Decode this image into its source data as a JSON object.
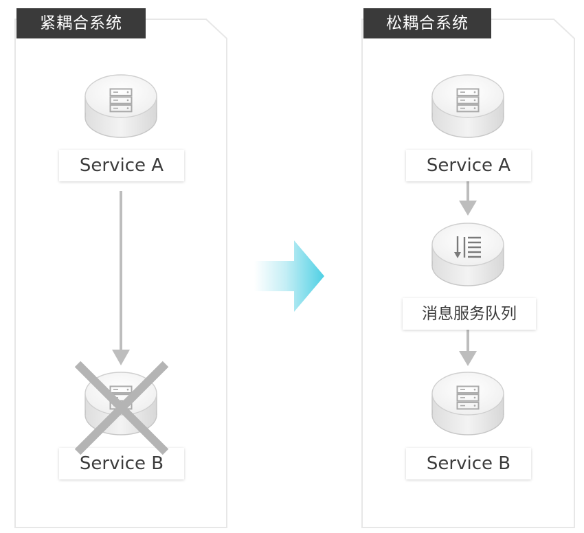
{
  "diagram": {
    "left_panel": {
      "title": "紧耦合系统",
      "service_a": "Service A",
      "service_b": "Service B"
    },
    "right_panel": {
      "title": "松耦合系统",
      "service_a": "Service A",
      "queue": "消息服务队列",
      "service_b": "Service B"
    }
  },
  "icons": {
    "server": "server-icon",
    "queue": "message-queue-icon",
    "failure": "x-mark-icon",
    "transition": "arrow-right-icon"
  },
  "colors": {
    "tag_background": "#3a3a3a",
    "tag_text": "#ffffff",
    "arrow": "#bdbdbd",
    "cross": "#b4b4b4",
    "transition_arrow": "#4fd0e4",
    "label_text": "#3b3b3b"
  }
}
